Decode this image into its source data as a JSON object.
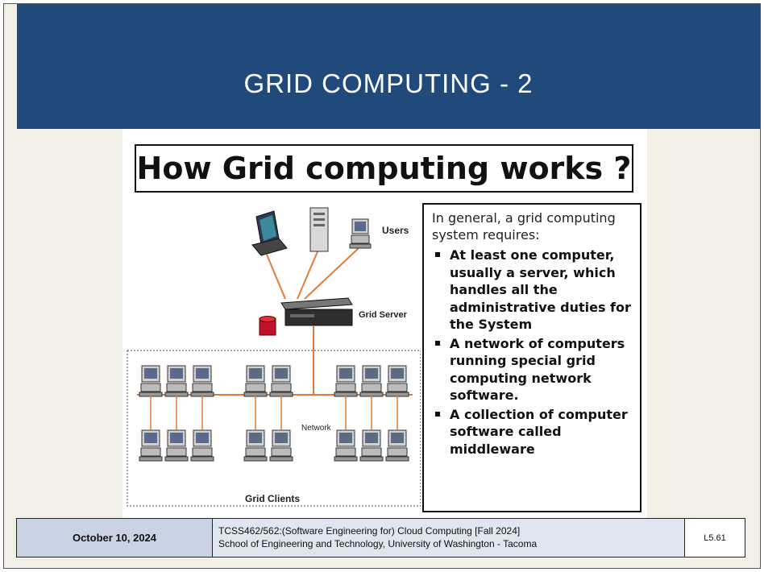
{
  "slide": {
    "title": "GRID COMPUTING - 2",
    "headline": "How Grid computing works ?",
    "diagram": {
      "users_label": "Users",
      "server_label": "Grid Server",
      "network_label": "Network",
      "clients_label": "Grid Clients"
    },
    "textbox": {
      "intro": "In general, a grid computing system requires:",
      "bullets": [
        "At least one computer, usually a server, which handles all the administrative duties for the System",
        "A network of computers running special grid computing network software.",
        "A collection of computer software called middleware"
      ]
    },
    "footer": {
      "date": "October 10, 2024",
      "course_line1": "TCSS462/562:(Software Engineering for) Cloud Computing [Fall 2024]",
      "course_line2": "School of Engineering and Technology, University of Washington - Tacoma",
      "slide_number": "L5.61"
    }
  },
  "colors": {
    "banner": "#214a7c",
    "background": "#f2efe6",
    "network_line": "#e07b39",
    "footer_fill": "#dfe6f0"
  }
}
